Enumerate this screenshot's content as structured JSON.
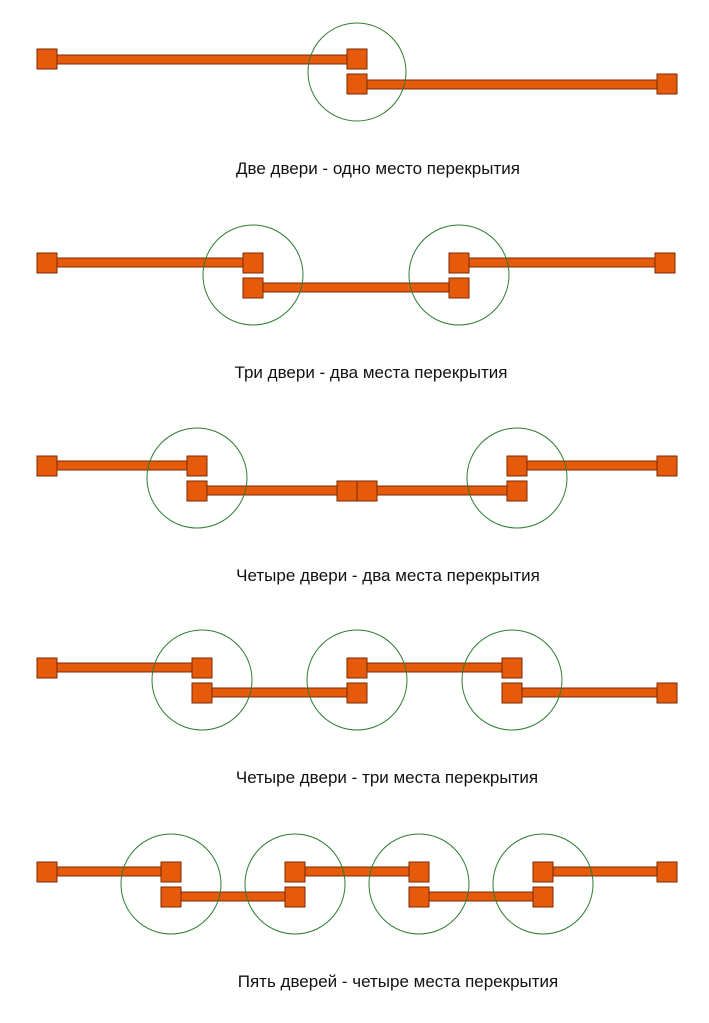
{
  "colors": {
    "door_fill": "#E65A0B",
    "door_stroke": "#7A2A05",
    "overlap_circle": "#2E7D32",
    "caption_text": "#111111",
    "background": "#FFFFFF"
  },
  "diagrams": [
    {
      "caption": "Две двери - одно место перекрытия",
      "door_count": 2,
      "overlap_count": 1
    },
    {
      "caption": "Три двери - два места перекрытия",
      "door_count": 3,
      "overlap_count": 2
    },
    {
      "caption": "Четыре двери - два места перекрытия",
      "door_count": 4,
      "overlap_count": 2
    },
    {
      "caption": "Четыре двери - три места перекрытия",
      "door_count": 4,
      "overlap_count": 3
    },
    {
      "caption": "Пять дверей - четыре места перекрытия",
      "door_count": 5,
      "overlap_count": 4
    }
  ]
}
